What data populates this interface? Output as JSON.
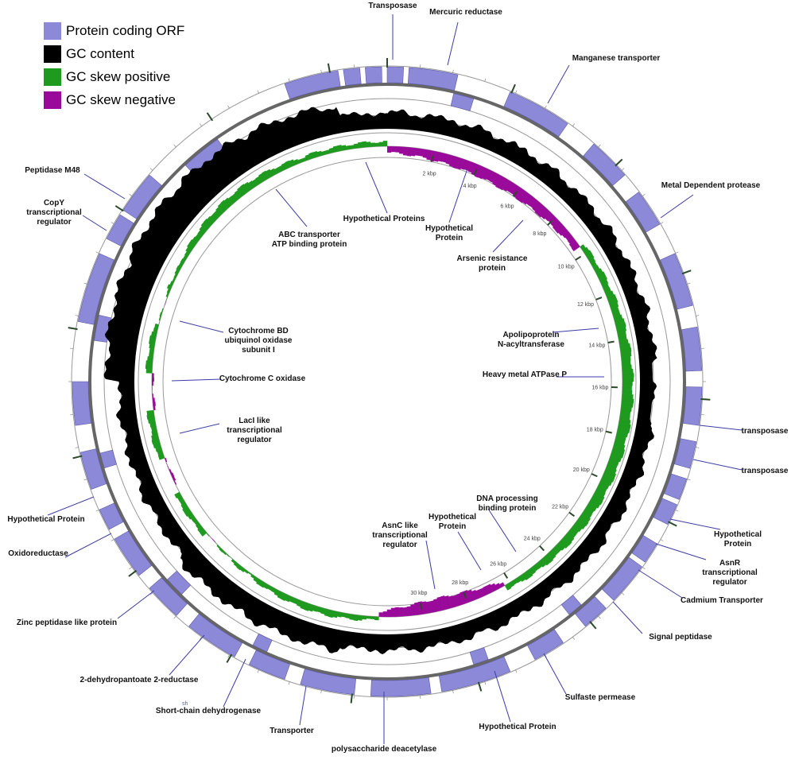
{
  "legend": [
    {
      "label": "Protein coding ORF",
      "color": "#8c8ad8"
    },
    {
      "label": "GC content",
      "color": "#000000"
    },
    {
      "label": "GC skew positive",
      "color": "#1e9a1e"
    },
    {
      "label": "GC skew negative",
      "color": "#9a0a9a"
    }
  ],
  "scale_labels": [
    "2 kbp",
    "4 kbp",
    "6 kbp",
    "8 kbp",
    "10 kbp",
    "12 kbp",
    "14 kbp",
    "16 kbp",
    "18 kbp",
    "20 kbp",
    "22 kbp",
    "24 kbp",
    "26 kbp",
    "28 kbp",
    "30 kbp"
  ],
  "annotations": [
    {
      "lines": [
        "Transposase"
      ]
    },
    {
      "lines": [
        "Mercuric reductase"
      ]
    },
    {
      "lines": [
        "Manganese transporter"
      ]
    },
    {
      "lines": [
        "Metal Dependent protease"
      ]
    },
    {
      "lines": [
        "transposase"
      ]
    },
    {
      "lines": [
        "transposase"
      ]
    },
    {
      "lines": [
        "Hypothetical",
        "Protein"
      ]
    },
    {
      "lines": [
        "AsnR",
        "transcriptional",
        "regulator"
      ]
    },
    {
      "lines": [
        "Cadmium Transporter"
      ]
    },
    {
      "lines": [
        "Signal peptidase"
      ]
    },
    {
      "lines": [
        "Sulfaste permease"
      ]
    },
    {
      "lines": [
        "Hypothetical Protein"
      ]
    },
    {
      "lines": [
        "polysaccharide deacetylase"
      ]
    },
    {
      "lines": [
        "Transporter"
      ]
    },
    {
      "lines": [
        "Short-chain dehydrogenase"
      ]
    },
    {
      "lines": [
        "2-dehydropantoate 2-reductase"
      ]
    },
    {
      "lines": [
        "Zinc peptidase like protein"
      ]
    },
    {
      "lines": [
        "Oxidoreductase"
      ]
    },
    {
      "lines": [
        "Hypothetical Protein"
      ]
    },
    {
      "lines": [
        "CopY",
        "transcriptional",
        "regulator"
      ]
    },
    {
      "lines": [
        "Peptidase M48"
      ]
    },
    {
      "lines": [
        "Hypothetical Proteins"
      ]
    },
    {
      "lines": [
        "ABC transporter",
        "ATP binding protein"
      ]
    },
    {
      "lines": [
        "Hypothetical",
        "Protein"
      ]
    },
    {
      "lines": [
        "Arsenic resistance",
        "protein"
      ]
    },
    {
      "lines": [
        "Apolipoprotein",
        "N-acyltransferase"
      ]
    },
    {
      "lines": [
        "Heavy metal ATPase P"
      ]
    },
    {
      "lines": [
        "Cytochrome BD",
        "ubiquinol oxidase",
        "subunit I"
      ]
    },
    {
      "lines": [
        "Cytochrome C oxidase"
      ]
    },
    {
      "lines": [
        "LacI like",
        "transcriptional",
        "regulator"
      ]
    },
    {
      "lines": [
        "DNA processing",
        "binding protein"
      ]
    },
    {
      "lines": [
        "Hypothetical",
        "Protein"
      ]
    },
    {
      "lines": [
        "AsnC like",
        "transcriptional",
        "regulator"
      ]
    }
  ],
  "small_mark": "sh"
}
